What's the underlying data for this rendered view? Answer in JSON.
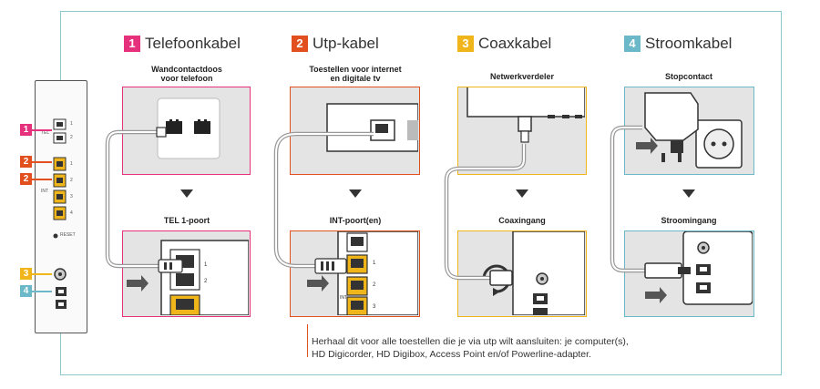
{
  "colors": {
    "tel": "#e6317d",
    "utp": "#e2501f",
    "coax": "#f0b51b",
    "power": "#6ab8c8",
    "frame": "#8ec7cb",
    "port_yellow": "#f0b51b"
  },
  "steps": [
    {
      "num": "1",
      "title": "Telefoonkabel",
      "top_label": "Wandcontactdoos\nvoor telefoon",
      "bottom_label": "TEL 1-poort"
    },
    {
      "num": "2",
      "title": "Utp-kabel",
      "top_label": "Toestellen voor internet\nen digitale tv",
      "bottom_label": "INT-poort(en)"
    },
    {
      "num": "3",
      "title": "Coaxkabel",
      "top_label": "Netwerkverdeler",
      "bottom_label": "Coaxingang"
    },
    {
      "num": "4",
      "title": "Stroomkabel",
      "top_label": "Stopcontact",
      "bottom_label": "Stroomingang"
    }
  ],
  "router": {
    "badges": [
      "1",
      "2",
      "2",
      "3",
      "4"
    ],
    "tel_label": "TEL",
    "int_label": "INT",
    "port_numbers": [
      "1",
      "2",
      "1",
      "2",
      "3",
      "4"
    ],
    "reset_label": "RESET"
  },
  "note": {
    "line1": "Herhaal dit voor alle toestellen die je via utp wilt aansluiten: je computer(s),",
    "line2": "HD Digicorder, HD Digibox, Access Point en/of Powerline-adapter."
  },
  "panel_text": {
    "int": "INT",
    "tel_ports": [
      "1",
      "2"
    ],
    "int_ports": [
      "1",
      "2",
      "3"
    ]
  }
}
